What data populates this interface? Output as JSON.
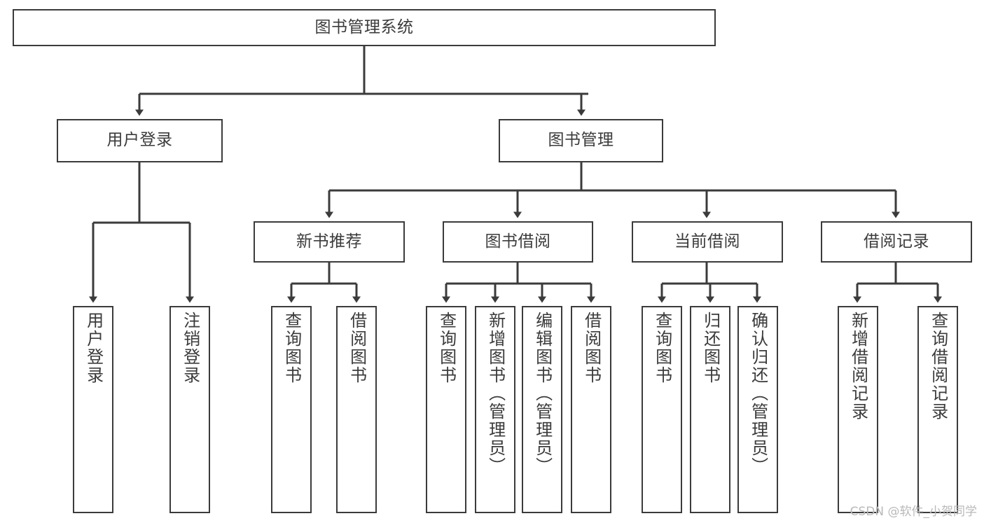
{
  "diagram": {
    "type": "tree",
    "title": "图书管理系统",
    "orientation": "top-down",
    "colors": {
      "stroke": "#3b3b3b",
      "fill": "#ffffff",
      "text": "#3b3b3b",
      "watermark": "#b9b9b9"
    },
    "root": {
      "label": "图书管理系统"
    },
    "level2": [
      {
        "label": "用户登录"
      },
      {
        "label": "图书管理"
      }
    ],
    "level3": [
      {
        "label": "新书推荐"
      },
      {
        "label": "图书借阅"
      },
      {
        "label": "当前借阅"
      },
      {
        "label": "借阅记录"
      }
    ],
    "leaves": {
      "user_login": [
        {
          "label": "用户登录"
        },
        {
          "label": "注销登录"
        }
      ],
      "new_book_recommend": [
        {
          "label": "查询图书"
        },
        {
          "label": "借阅图书"
        }
      ],
      "book_borrow": [
        {
          "label": "查询图书"
        },
        {
          "label": "新增图书（管理员）"
        },
        {
          "label": "编辑图书（管理员）"
        },
        {
          "label": "借阅图书"
        }
      ],
      "current_borrow": [
        {
          "label": "查询图书"
        },
        {
          "label": "归还图书"
        },
        {
          "label": "确认归还（管理员）"
        }
      ],
      "borrow_records": [
        {
          "label": "新增借阅记录"
        },
        {
          "label": "查询借阅记录"
        }
      ]
    }
  },
  "watermark": {
    "text": "CSDN @软件_小贺同学"
  }
}
